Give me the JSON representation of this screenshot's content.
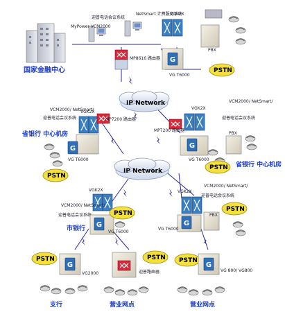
{
  "labels": {
    "top_vcm": "MyPower VCM2000",
    "top_conf": "迎普电话会议系统",
    "top_netsmart": "NetSmart 计费服务系统",
    "top_vgk": "VGK2X",
    "top_switch": "MP8616 路由器",
    "top_vg": "VG T6000",
    "top_pbx": "PBX",
    "national_center": "国家金融中心",
    "cloud1": "IP Network",
    "cloud2": "IP Network",
    "l_vcm": "VCM2000/ NetSmart/",
    "l_conf": "迎普电话会议系统",
    "l_vgk": "VGK2X",
    "l_router": "MP7200 路由器",
    "l_vg": "VG T6000",
    "l_site": "省银行 中心机房",
    "r_router": "MP7200 路由器",
    "r_vgk": "VGK2X",
    "r_vcm": "VCM2000/ NetSmart/",
    "r_conf": "迎普电话会议系统",
    "r_pbx": "PBX",
    "r_vg": "VG T6000",
    "r_site": "省银行 中心机房",
    "m1_vgk": "VGK2X",
    "m1_vcm": "VCM2000/ NetSmart/",
    "m1_conf": "迎普电话会议系统",
    "m1_vg": "VG T6000",
    "m1_site": "市银行",
    "m2_vgk": "VGK2X",
    "m2_vcm": "VCM2000/ NetSmart/",
    "m2_conf": "迎普电话会议系统",
    "m2_pbx": "PBX",
    "m2_vg": "VG T6000",
    "b1_vg": "VG2000",
    "b1_site": "支行",
    "b2_router": "迎普路由器",
    "b2_site": "营业网点",
    "b3_vg": "VG 800/ VG800",
    "b3_site": "营业网点",
    "pstn": "PSTN"
  },
  "colors": {
    "site_label": "#1f3fc8",
    "pstn_fill": "#f2e040",
    "router_red": "#d8283a",
    "vg_blue": "#2f6fb8",
    "link_blue": "#2a2aa0"
  }
}
